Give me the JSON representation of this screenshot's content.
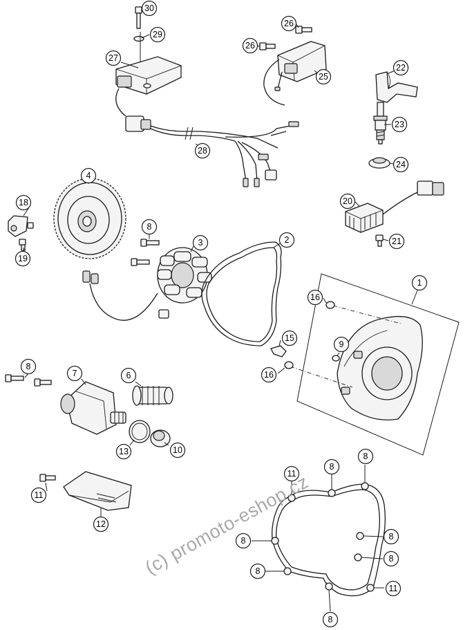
{
  "diagram": {
    "watermark": "(c) promoto-eshop.cz",
    "callouts": [
      {
        "id": "c30",
        "label": "30"
      },
      {
        "id": "c29",
        "label": "29"
      },
      {
        "id": "c27",
        "label": "27"
      },
      {
        "id": "c26a",
        "label": "26"
      },
      {
        "id": "c26b",
        "label": "26"
      },
      {
        "id": "c25",
        "label": "25"
      },
      {
        "id": "c22",
        "label": "22"
      },
      {
        "id": "c23",
        "label": "23"
      },
      {
        "id": "c24",
        "label": "24"
      },
      {
        "id": "c28",
        "label": "28"
      },
      {
        "id": "c4",
        "label": "4"
      },
      {
        "id": "c18",
        "label": "18"
      },
      {
        "id": "c19",
        "label": "19"
      },
      {
        "id": "c20",
        "label": "20"
      },
      {
        "id": "c21",
        "label": "21"
      },
      {
        "id": "c8a",
        "label": "8"
      },
      {
        "id": "c3",
        "label": "3"
      },
      {
        "id": "c2",
        "label": "2"
      },
      {
        "id": "c1",
        "label": "1"
      },
      {
        "id": "c16a",
        "label": "16"
      },
      {
        "id": "c9",
        "label": "9"
      },
      {
        "id": "c15",
        "label": "15"
      },
      {
        "id": "c16b",
        "label": "16"
      },
      {
        "id": "c8b",
        "label": "8"
      },
      {
        "id": "c7",
        "label": "7"
      },
      {
        "id": "c6",
        "label": "6"
      },
      {
        "id": "c13",
        "label": "13"
      },
      {
        "id": "c10",
        "label": "10"
      },
      {
        "id": "c11a",
        "label": "11"
      },
      {
        "id": "c12",
        "label": "12"
      },
      {
        "id": "c11b",
        "label": "11"
      },
      {
        "id": "c8c",
        "label": "8"
      },
      {
        "id": "c8d",
        "label": "8"
      },
      {
        "id": "c8e",
        "label": "8"
      },
      {
        "id": "c8f",
        "label": "8"
      },
      {
        "id": "c8g",
        "label": "8"
      },
      {
        "id": "c8h",
        "label": "8"
      },
      {
        "id": "c11c",
        "label": "11"
      },
      {
        "id": "c8i",
        "label": "8"
      }
    ]
  }
}
